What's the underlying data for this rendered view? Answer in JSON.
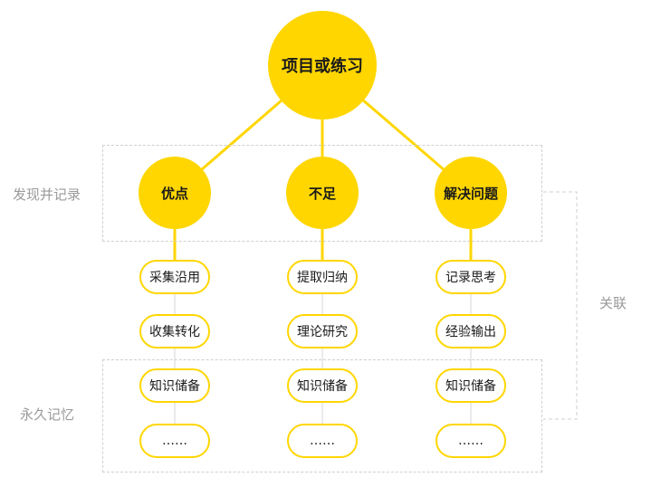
{
  "colors": {
    "accent": "#FFD600",
    "connector_gray": "#d6d6d6",
    "dashed_border": "#cfcfcf",
    "label_gray": "#9a9a9a"
  },
  "root": {
    "label": "项目或练习"
  },
  "groups": [
    {
      "label": "优点",
      "items": [
        "采集沿用",
        "收集转化",
        "知识储备",
        "……"
      ]
    },
    {
      "label": "不足",
      "items": [
        "提取归纳",
        "理论研究",
        "知识储备",
        "……"
      ]
    },
    {
      "label": "解决问题",
      "items": [
        "记录思考",
        "经验输出",
        "知识储备",
        "……"
      ]
    }
  ],
  "side_labels": {
    "discover": "发现并记录",
    "memory": "永久记忆",
    "relate": "关联"
  }
}
